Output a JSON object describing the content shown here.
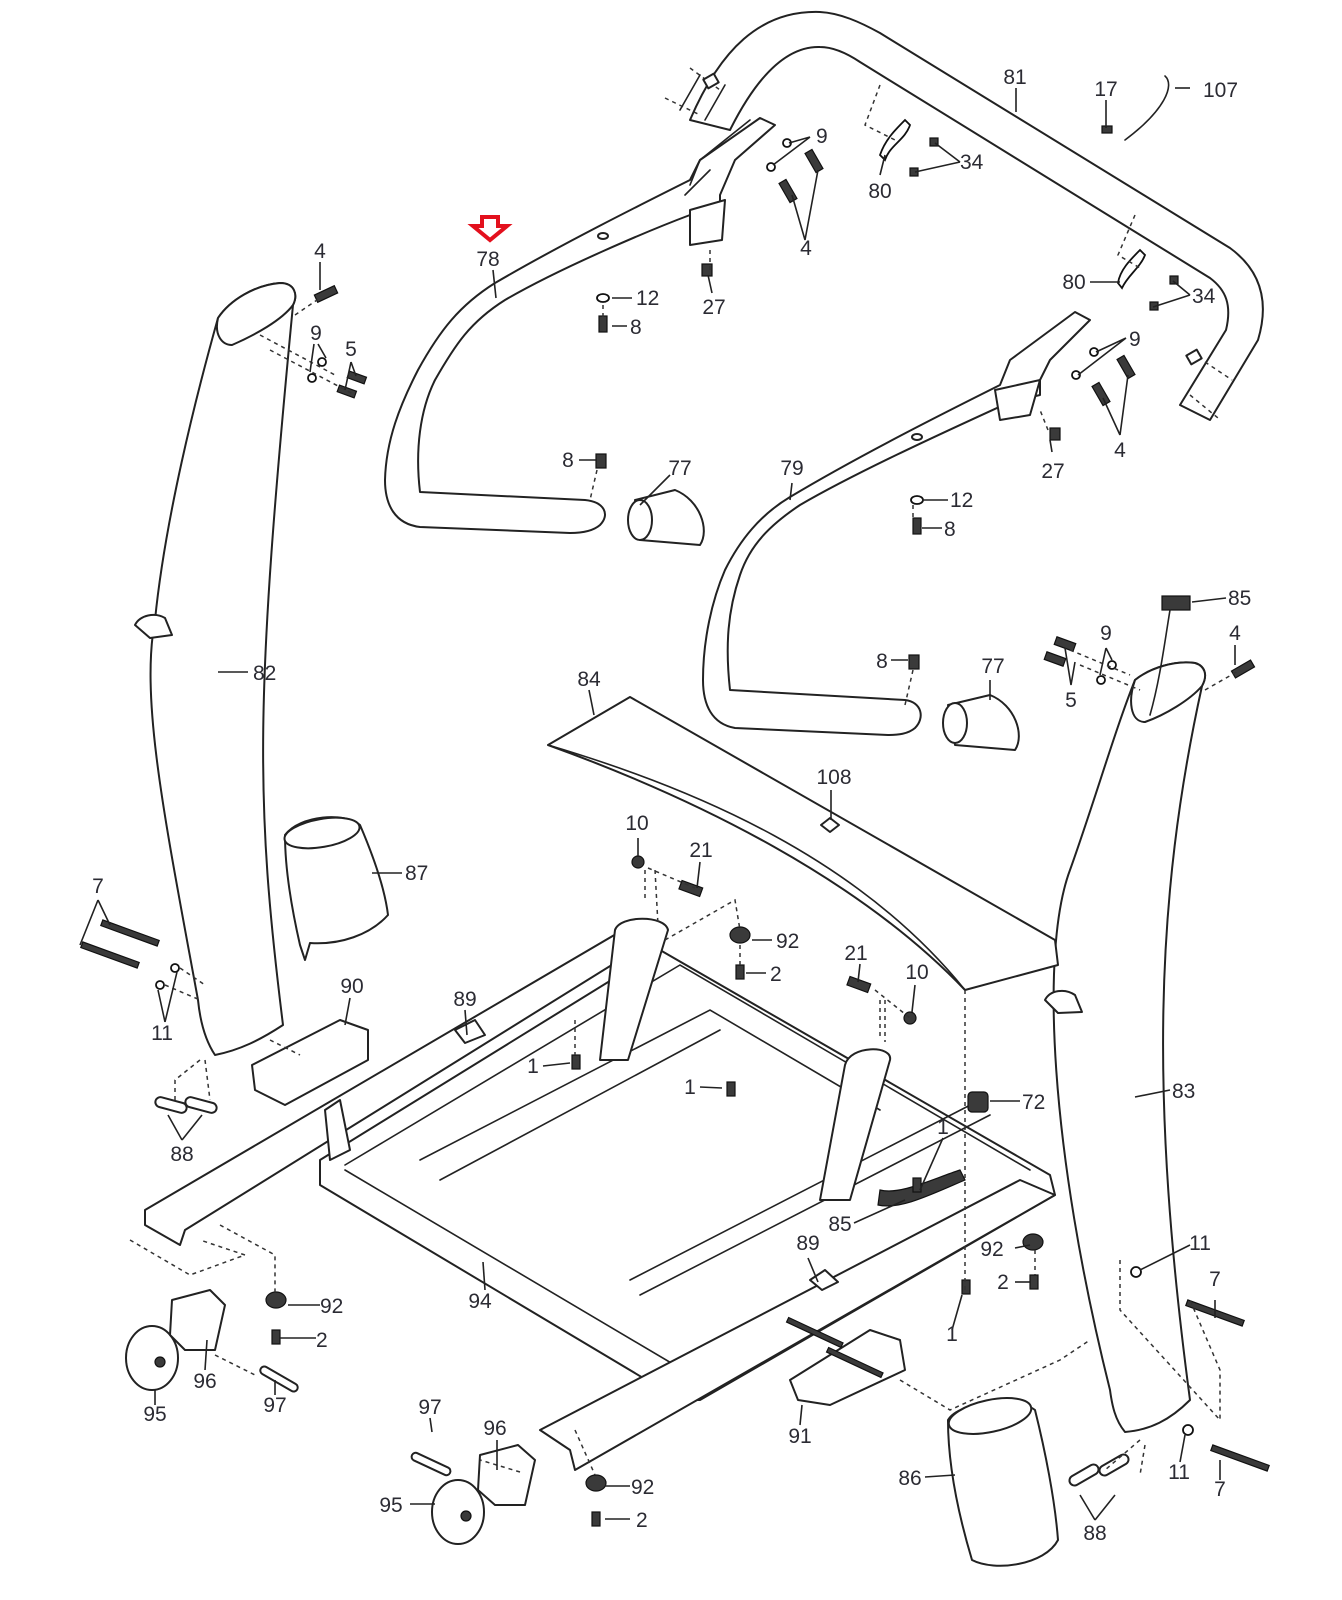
{
  "diagram": {
    "title": "Treadmill upright & handrail assembly — exploded parts view",
    "highlight": {
      "part": "78",
      "marker_icon": "down-arrow-icon",
      "color": "#e3101d"
    },
    "label_color": "#2b2b33",
    "line_color": "#222222",
    "parts": {
      "p78": "78",
      "p81": "81",
      "p17": "17",
      "p107": "107",
      "p9a": "9",
      "p4a": "4",
      "p80a": "80",
      "p34a": "34",
      "p27a": "27",
      "p12a": "12",
      "p8a": "8",
      "p80b": "80",
      "p34b": "34",
      "p9b": "9",
      "p4b": "4",
      "p27b": "27",
      "p4c": "4",
      "p9c": "9",
      "p5a": "5",
      "p8b": "8",
      "p77a": "77",
      "p79": "79",
      "p12b": "12",
      "p8c": "8",
      "p85a": "85",
      "p9d": "9",
      "p4d": "4",
      "p5b": "5",
      "p8d": "8",
      "p77b": "77",
      "p82": "82",
      "p84": "84",
      "p108": "108",
      "p87": "87",
      "p7a": "7",
      "p11a": "11",
      "p10a": "10",
      "p21a": "21",
      "p92a": "92",
      "p2a": "2",
      "p21b": "21",
      "p10b": "10",
      "p90": "90",
      "p89a": "89",
      "p1a": "1",
      "p1b": "1",
      "p72": "72",
      "p1c": "1",
      "p83": "83",
      "p88a": "88",
      "p85b": "85",
      "p89b": "89",
      "p92b": "92",
      "p2b": "2",
      "p1d": "1",
      "p11b": "11",
      "p7b": "7",
      "p94": "94",
      "p92c": "92",
      "p2c": "2",
      "p96a": "96",
      "p95a": "95",
      "p97a": "97",
      "p91": "91",
      "p97b": "97",
      "p96b": "96",
      "p95b": "95",
      "p92d": "92",
      "p2d": "2",
      "p86": "86",
      "p11c": "11",
      "p7c": "7",
      "p88b": "88"
    }
  }
}
